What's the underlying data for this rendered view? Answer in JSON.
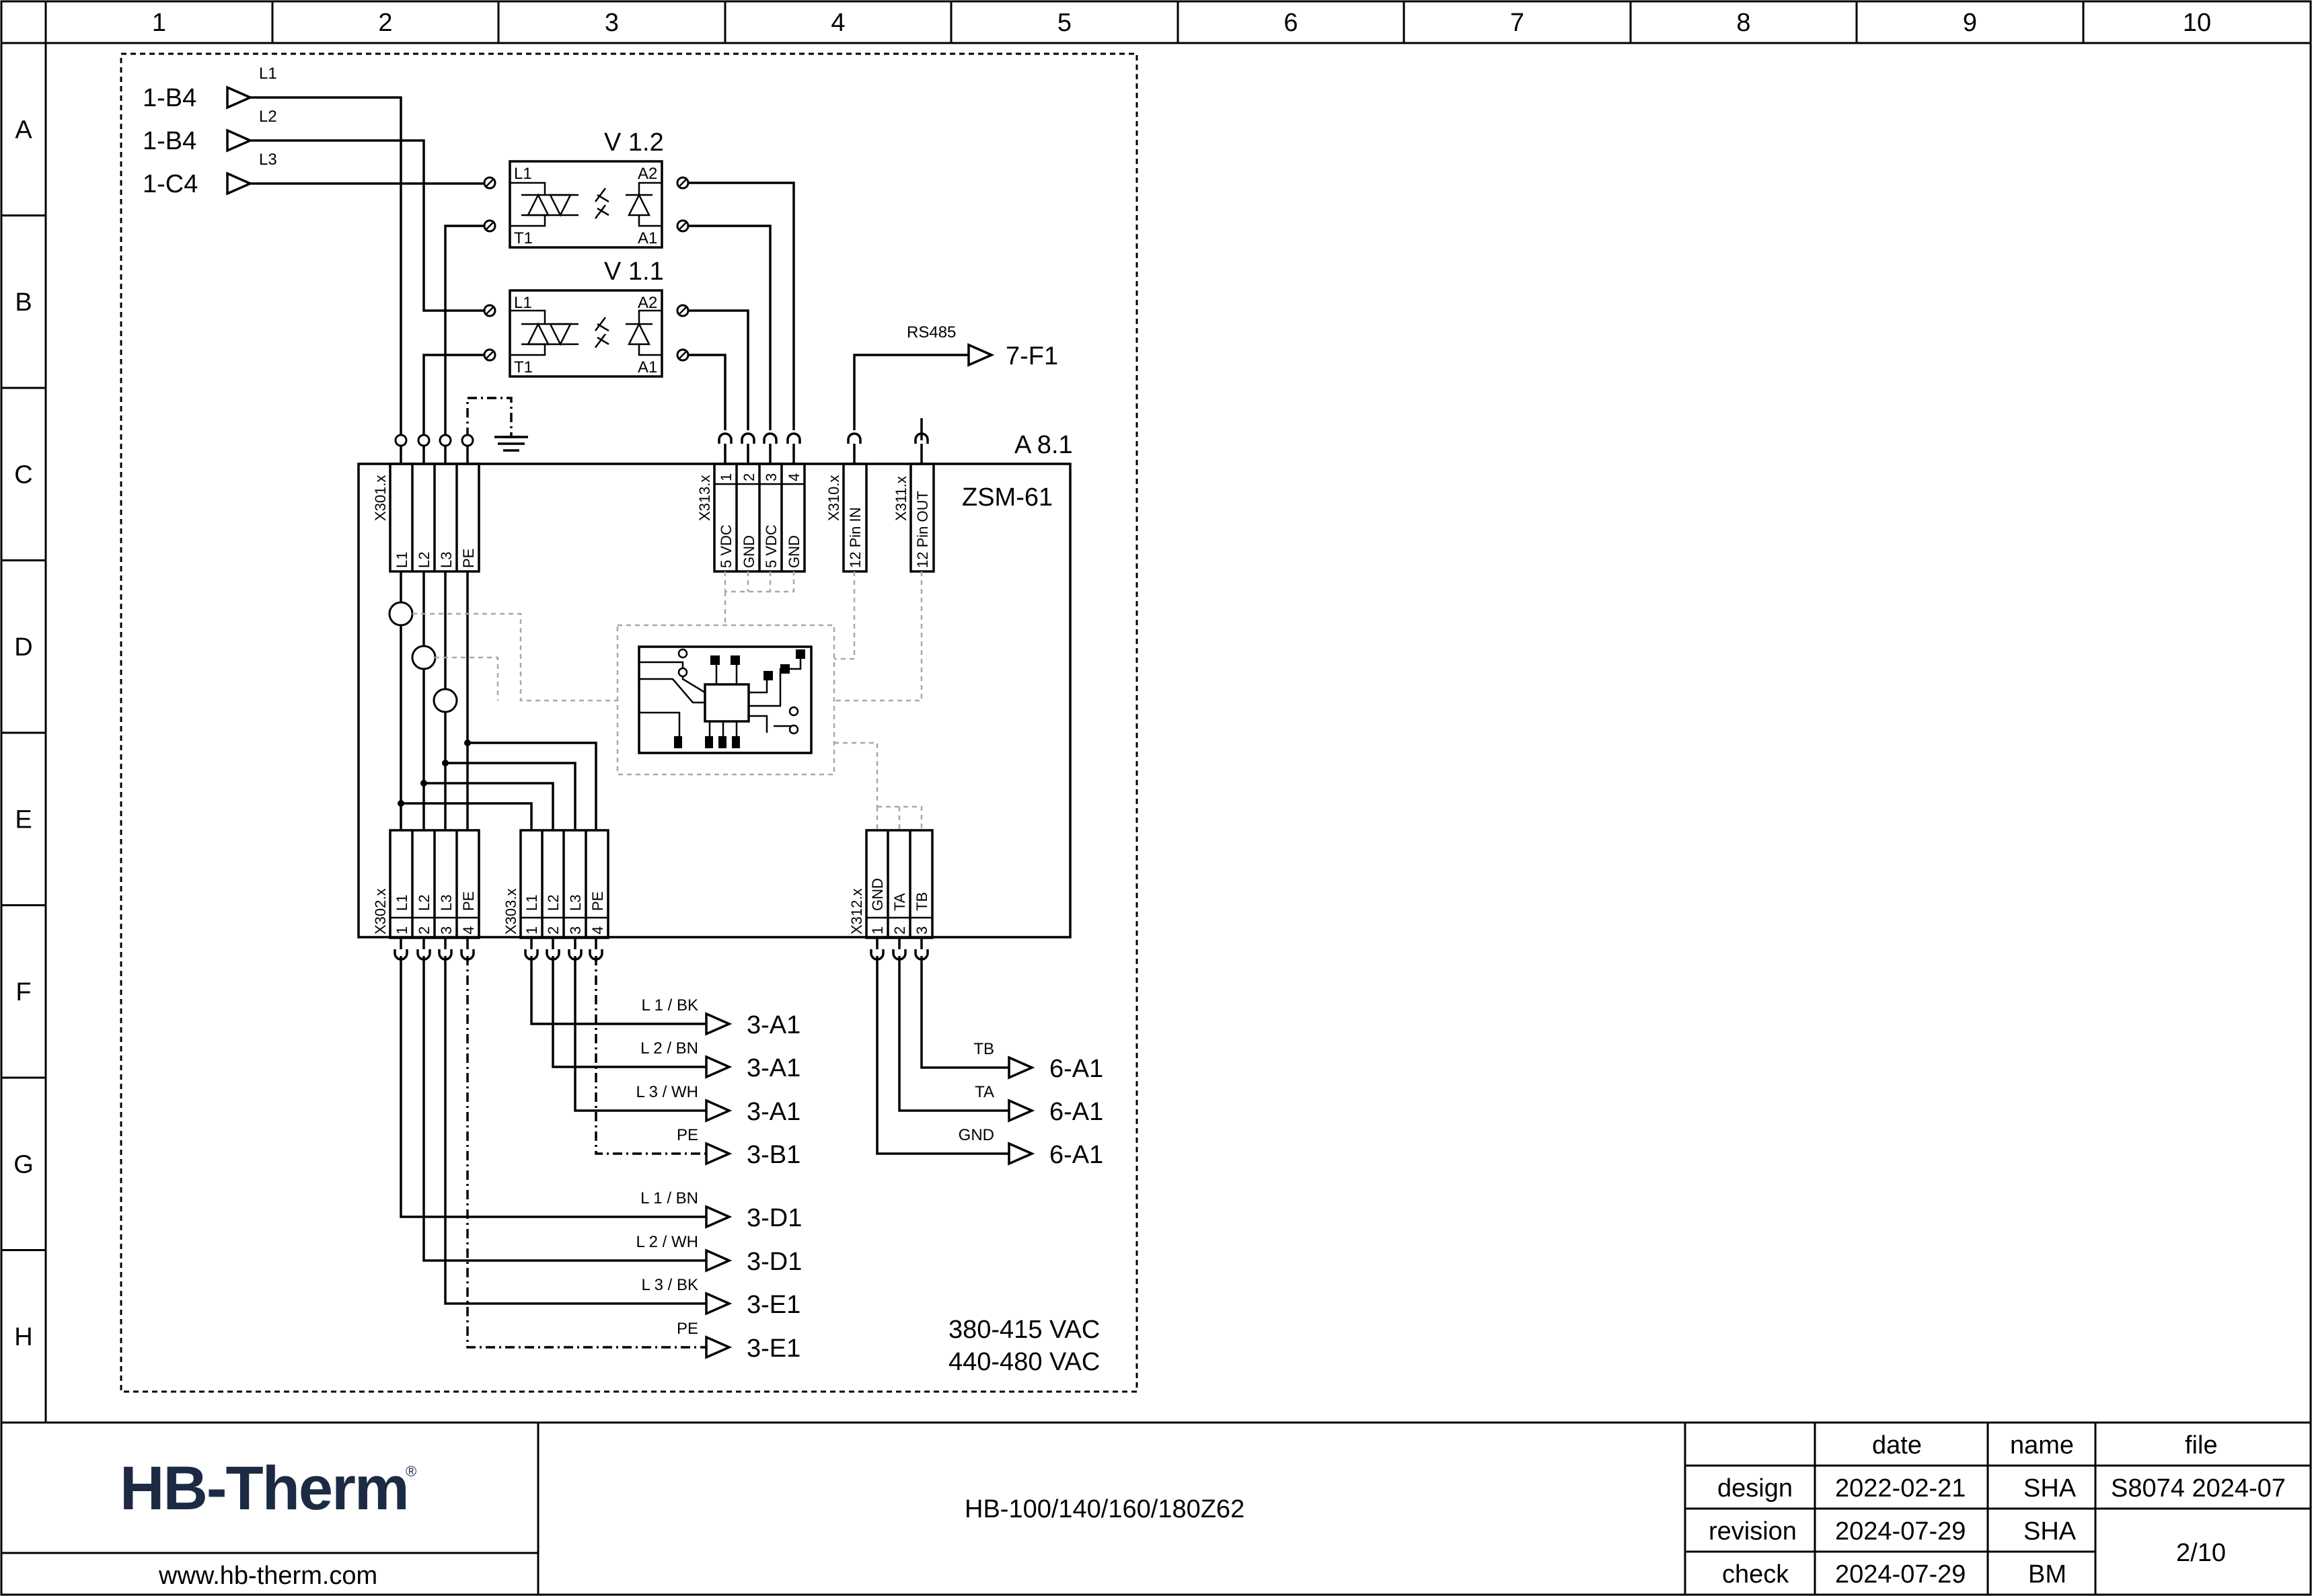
{
  "grid": {
    "columns": [
      "1",
      "2",
      "3",
      "4",
      "5",
      "6",
      "7",
      "8",
      "9",
      "10"
    ],
    "rows": [
      "A",
      "B",
      "C",
      "D",
      "E",
      "F",
      "G",
      "H"
    ]
  },
  "inputs": [
    {
      "ref": "1-B4",
      "wire": "L1"
    },
    {
      "ref": "1-B4",
      "wire": "L2"
    },
    {
      "ref": "1-C4",
      "wire": "L3"
    }
  ],
  "relays": [
    {
      "name": "V 1.2",
      "pins": [
        "L1",
        "T1",
        "A2",
        "A1"
      ]
    },
    {
      "name": "V 1.1",
      "pins": [
        "L1",
        "T1",
        "A2",
        "A1"
      ]
    }
  ],
  "rs485": {
    "label": "RS485",
    "ref": "7-F1"
  },
  "module": {
    "ref": "A 8.1",
    "name": "ZSM-61"
  },
  "connectors": {
    "x301": {
      "name": "X301.x",
      "pins": [
        "L1",
        "L2",
        "L3",
        "PE"
      ]
    },
    "x313": {
      "name": "X313.x",
      "nums": [
        "1",
        "2",
        "3",
        "4"
      ],
      "pins": [
        "5 VDC",
        "GND",
        "5 VDC",
        "GND"
      ]
    },
    "x310": {
      "name": "X310.x",
      "pins": [
        "12 Pin IN"
      ]
    },
    "x311": {
      "name": "X311.x",
      "pins": [
        "12 Pin OUT"
      ]
    },
    "x302": {
      "name": "X302.x",
      "nums": [
        "1",
        "2",
        "3",
        "4"
      ],
      "pins": [
        "L1",
        "L2",
        "L3",
        "PE"
      ]
    },
    "x303": {
      "name": "X303.x",
      "nums": [
        "1",
        "2",
        "3",
        "4"
      ],
      "pins": [
        "L1",
        "L2",
        "L3",
        "PE"
      ]
    },
    "x312": {
      "name": "X312.x",
      "nums": [
        "1",
        "2",
        "3"
      ],
      "pins": [
        "GND",
        "TA",
        "TB"
      ]
    }
  },
  "outputs_303": [
    {
      "wire": "L 1 / BK",
      "ref": "3-A1"
    },
    {
      "wire": "L 2 / BN",
      "ref": "3-A1"
    },
    {
      "wire": "L 3 / WH",
      "ref": "3-A1"
    },
    {
      "wire": "PE",
      "ref": "3-B1"
    }
  ],
  "outputs_302": [
    {
      "wire": "L 1 / BN",
      "ref": "3-D1"
    },
    {
      "wire": "L 2 / WH",
      "ref": "3-D1"
    },
    {
      "wire": "L 3 / BK",
      "ref": "3-E1"
    },
    {
      "wire": "PE",
      "ref": "3-E1"
    }
  ],
  "outputs_312": [
    {
      "wire": "TB",
      "ref": "6-A1"
    },
    {
      "wire": "TA",
      "ref": "6-A1"
    },
    {
      "wire": "GND",
      "ref": "6-A1"
    }
  ],
  "voltage": [
    "380-415 VAC",
    "440-480 VAC"
  ],
  "title_block": {
    "logo": "HB-Therm",
    "logo_mark": "®",
    "website": "www.hb-therm.com",
    "drawing_title": "HB-100/140/160/180Z62",
    "headers": [
      "date",
      "name",
      "file"
    ],
    "rows": [
      {
        "label": "design",
        "date": "2022-02-21",
        "name": "SHA"
      },
      {
        "label": "revision",
        "date": "2024-07-29",
        "name": "SHA"
      },
      {
        "label": "check",
        "date": "2024-07-29",
        "name": "BM"
      }
    ],
    "file": "S8074 2024-07",
    "sheet": "2/10"
  }
}
